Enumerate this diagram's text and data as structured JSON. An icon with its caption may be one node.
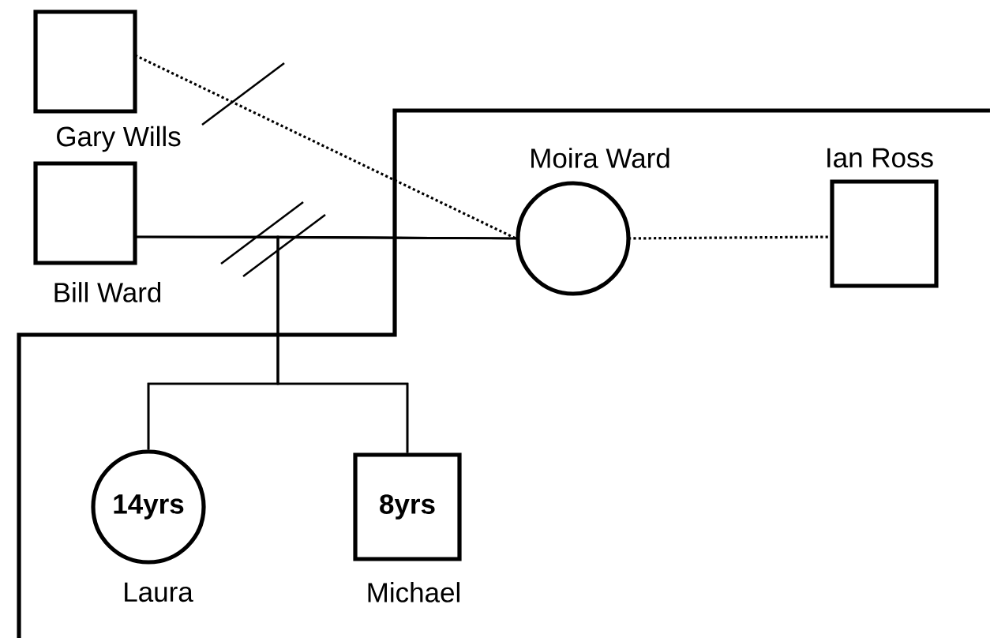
{
  "diagram": {
    "nodes": [
      {
        "text": [
          "Gary Wills"
        ]
      },
      {
        "text": [
          "Bill Ward"
        ]
      },
      {
        "text": [
          "Moira Ward"
        ]
      },
      {
        "text": [
          "Ian Ross"
        ]
      },
      {
        "text": [
          "14yrs",
          "Laura"
        ]
      },
      {
        "text": [
          "8yrs",
          "Michael"
        ]
      }
    ],
    "edges": [
      {
        "from": 0,
        "to": 2,
        "arrow": "none",
        "style": "dashed"
      },
      {
        "from": 1,
        "to": 2,
        "arrow": "none"
      },
      {
        "from": 2,
        "to": 3,
        "arrow": "none",
        "style": "dashed"
      },
      {
        "from": 1,
        "to": 4,
        "arrow": "none"
      },
      {
        "from": 2,
        "to": 4,
        "arrow": "none"
      },
      {
        "from": 1,
        "to": 5,
        "arrow": "none"
      },
      {
        "from": 2,
        "to": 5,
        "arrow": "none"
      }
    ]
  }
}
